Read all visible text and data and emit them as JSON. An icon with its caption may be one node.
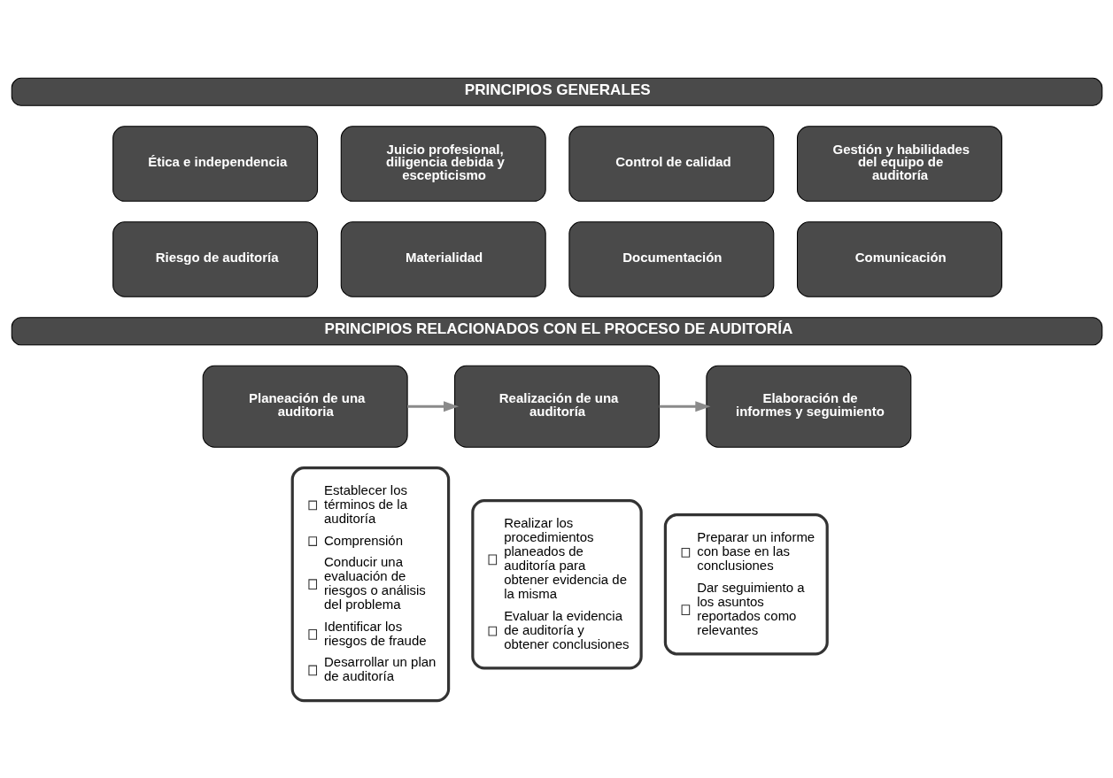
{
  "diagram": {
    "nodes": [
      {
        "text": [
          "PRINCIPIOS GENERALES"
        ]
      },
      {
        "text": [
          "Ética e independencia"
        ]
      },
      {
        "text": [
          "Juicio profesional, diligencia debida y escepticismo"
        ]
      },
      {
        "text": [
          "Control de calidad"
        ]
      },
      {
        "text": [
          "Gestión y habilidades del equipo de auditoría"
        ]
      },
      {
        "text": [
          "Riesgo de auditoría"
        ]
      },
      {
        "text": [
          "Materialidad"
        ]
      },
      {
        "text": [
          "Documentación"
        ]
      },
      {
        "text": [
          "Comunicación"
        ]
      },
      {
        "text": [
          "PRINCIPIOS RELACIONADOS CON EL PROCESO DE AUDITORÍA"
        ]
      },
      {
        "text": [
          "Planeación de una auditoria"
        ]
      },
      {
        "text": [
          "Establecer los términos de la auditoría",
          "Comprensión",
          "Conducir una evaluación de riesgos o análisis del problema",
          "Identificar los riesgos de fraude",
          "Desarrollar un plan de auditoría"
        ]
      },
      {
        "text": [
          "Realización de una auditoría"
        ]
      },
      {
        "text": [
          "Realizar los procedimientos planeados de auditoría para obtener evidencia de la misma",
          "Evaluar la evidencia de auditoría y obtener conclusiones"
        ]
      },
      {
        "text": [
          "Elaboración de informes y seguimiento"
        ]
      },
      {
        "text": [
          "Preparar un informe con base en las conclusiones",
          "Dar seguimiento a los asuntos reportados como relevantes"
        ]
      }
    ],
    "edges": [
      {
        "from": 10,
        "to": 12,
        "arrow": "to"
      },
      {
        "from": 12,
        "to": 14,
        "arrow": "to"
      }
    ]
  }
}
